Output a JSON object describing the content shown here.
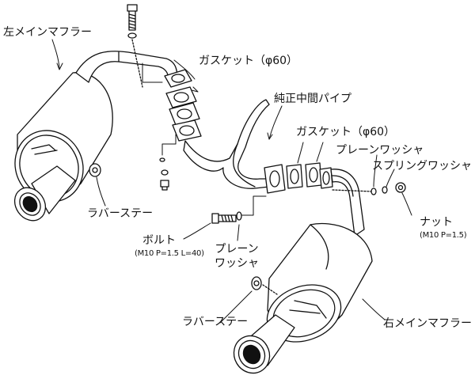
{
  "labels": {
    "left_main_muffler": "左メインマフラー",
    "gasket_upper": "ガスケット（φ60）",
    "center_pipe": "純正中間パイプ",
    "gasket_lower": "ガスケット（φ60）",
    "plain_washer_right": "プレーンワッシャ",
    "spring_washer": "スプリングワッシャ",
    "nut": "ナット",
    "nut_spec": "(M10 P=1.5)",
    "rubber_stay_left": "ラバーステー",
    "bolt": "ボルト",
    "bolt_spec": "(M10 P=1.5 L=40)",
    "plain_washer_center_line1": "プレーン",
    "plain_washer_center_line2": "ワッシャ",
    "rubber_stay_right": "ラバーステー",
    "right_main_muffler": "右メインマフラー"
  },
  "colors": {
    "line": "#111111",
    "fill": "#ffffff"
  }
}
